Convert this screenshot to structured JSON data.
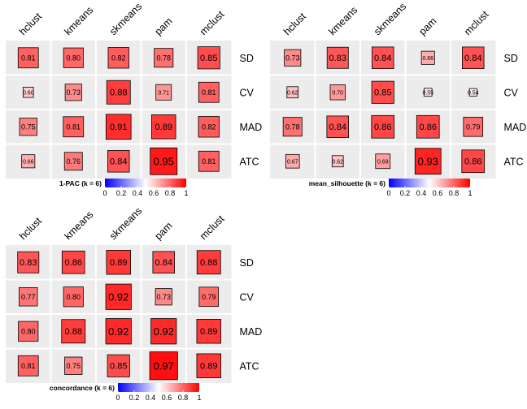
{
  "colors": {
    "cell_bg": "#ececec",
    "grid_line": "#ffffff",
    "box_border": "#000000",
    "scale_low": "#0000ff",
    "scale_mid": "#ffffff",
    "scale_high": "#ff0000"
  },
  "chart_data": [
    {
      "type": "heatmap",
      "title": "",
      "legend_label": "1-PAC (k = 6)",
      "legend_ticks": [
        "0",
        "0.2",
        "0.4",
        "0.6",
        "0.8",
        "1"
      ],
      "value_range": [
        0,
        1
      ],
      "columns": [
        "hclust",
        "kmeans",
        "skmeans",
        "pam",
        "mclust"
      ],
      "rows": [
        "SD",
        "CV",
        "MAD",
        "ATC"
      ],
      "values": [
        [
          0.81,
          0.8,
          0.82,
          0.78,
          0.85
        ],
        [
          0.6,
          0.73,
          0.88,
          0.71,
          0.81
        ],
        [
          0.75,
          0.81,
          0.91,
          0.89,
          0.82
        ],
        [
          0.66,
          0.76,
          0.84,
          0.95,
          0.81
        ]
      ]
    },
    {
      "type": "heatmap",
      "title": "",
      "legend_label": "mean_silhouette (k = 6)",
      "legend_ticks": [
        "0",
        "0.2",
        "0.4",
        "0.6",
        "0.8",
        "1"
      ],
      "value_range": [
        0,
        1
      ],
      "columns": [
        "hclust",
        "kmeans",
        "skmeans",
        "pam",
        "mclust"
      ],
      "rows": [
        "SD",
        "CV",
        "MAD",
        "ATC"
      ],
      "values": [
        [
          0.73,
          0.83,
          0.84,
          0.66,
          0.84
        ],
        [
          0.62,
          0.7,
          0.85,
          0.55,
          0.54
        ],
        [
          0.78,
          0.84,
          0.86,
          0.86,
          0.79
        ],
        [
          0.67,
          0.62,
          0.69,
          0.93,
          0.86
        ]
      ]
    },
    {
      "type": "heatmap",
      "title": "",
      "legend_label": "concordance (k = 6)",
      "legend_ticks": [
        "0",
        "0.2",
        "0.4",
        "0.6",
        "0.8",
        "1"
      ],
      "value_range": [
        0,
        1
      ],
      "columns": [
        "hclust",
        "kmeans",
        "skmeans",
        "pam",
        "mclust"
      ],
      "rows": [
        "SD",
        "CV",
        "MAD",
        "ATC"
      ],
      "values": [
        [
          0.83,
          0.86,
          0.89,
          0.84,
          0.88
        ],
        [
          0.77,
          0.8,
          0.92,
          0.73,
          0.79
        ],
        [
          0.8,
          0.88,
          0.92,
          0.92,
          0.89
        ],
        [
          0.81,
          0.75,
          0.85,
          0.97,
          0.89
        ]
      ]
    }
  ]
}
